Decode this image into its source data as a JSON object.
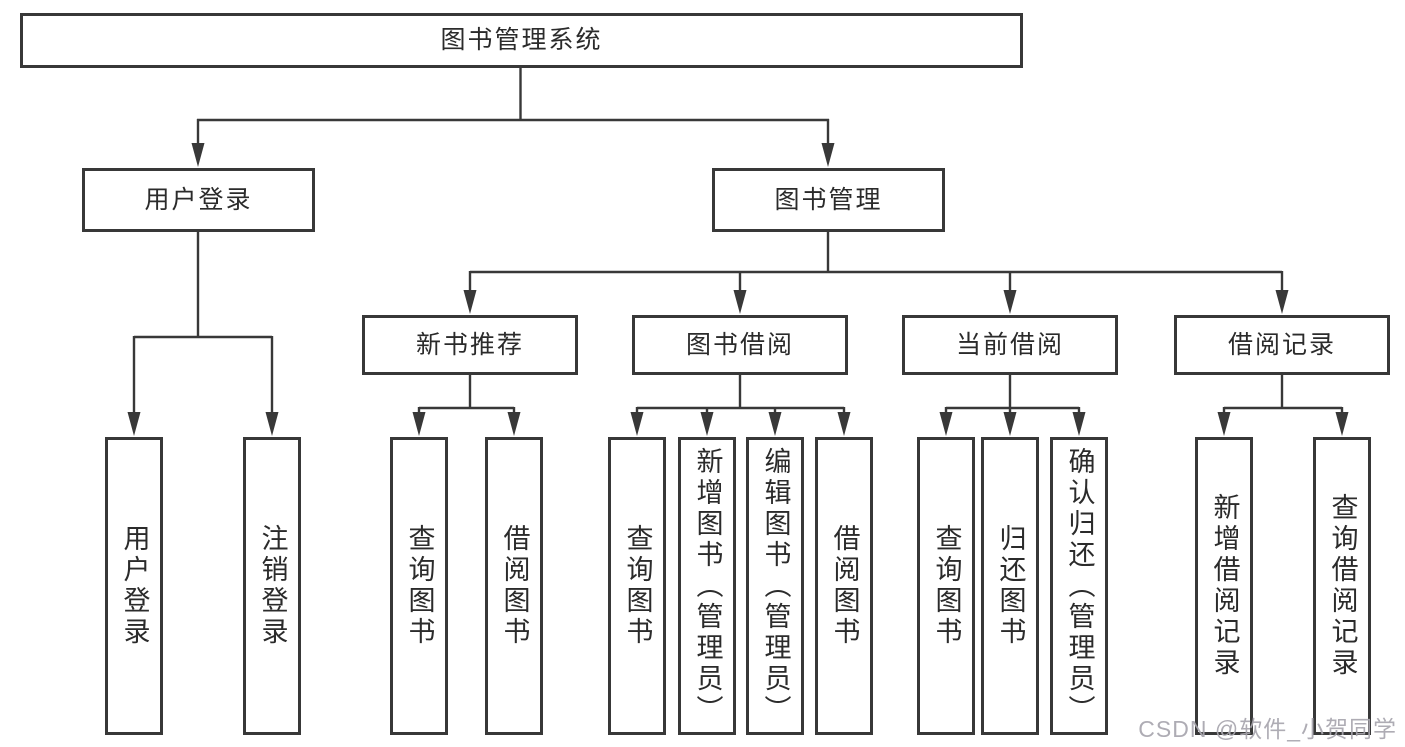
{
  "diagram": {
    "type": "hierarchy-tree",
    "root": {
      "label": "图书管理系统"
    },
    "level2": [
      {
        "label": "用户登录"
      },
      {
        "label": "图书管理"
      }
    ],
    "level3": [
      {
        "label": "新书推荐",
        "parent": "图书管理"
      },
      {
        "label": "图书借阅",
        "parent": "图书管理"
      },
      {
        "label": "当前借阅",
        "parent": "图书管理"
      },
      {
        "label": "借阅记录",
        "parent": "图书管理"
      }
    ],
    "leaves": [
      {
        "label": "用户登录",
        "parent": "用户登录"
      },
      {
        "label": "注销登录",
        "parent": "用户登录"
      },
      {
        "label": "查询图书",
        "parent": "新书推荐"
      },
      {
        "label": "借阅图书",
        "parent": "新书推荐"
      },
      {
        "label": "查询图书",
        "parent": "图书借阅"
      },
      {
        "label": "新增图书（管理员）",
        "parent": "图书借阅"
      },
      {
        "label": "编辑图书（管理员）",
        "parent": "图书借阅"
      },
      {
        "label": "借阅图书",
        "parent": "图书借阅"
      },
      {
        "label": "查询图书",
        "parent": "当前借阅"
      },
      {
        "label": "归还图书",
        "parent": "当前借阅"
      },
      {
        "label": "确认归还（管理员）",
        "parent": "当前借阅"
      },
      {
        "label": "新增借阅记录",
        "parent": "借阅记录"
      },
      {
        "label": "查询借阅记录",
        "parent": "借阅记录"
      }
    ]
  },
  "watermark": {
    "text": "CSDN @软件_小贺同学"
  },
  "colors": {
    "line": "#383838",
    "box_border": "#383838",
    "box_fill": "#ffffff",
    "text": "#2b2b2b",
    "background": "#ffffff",
    "watermark": "#a8a6ae"
  }
}
